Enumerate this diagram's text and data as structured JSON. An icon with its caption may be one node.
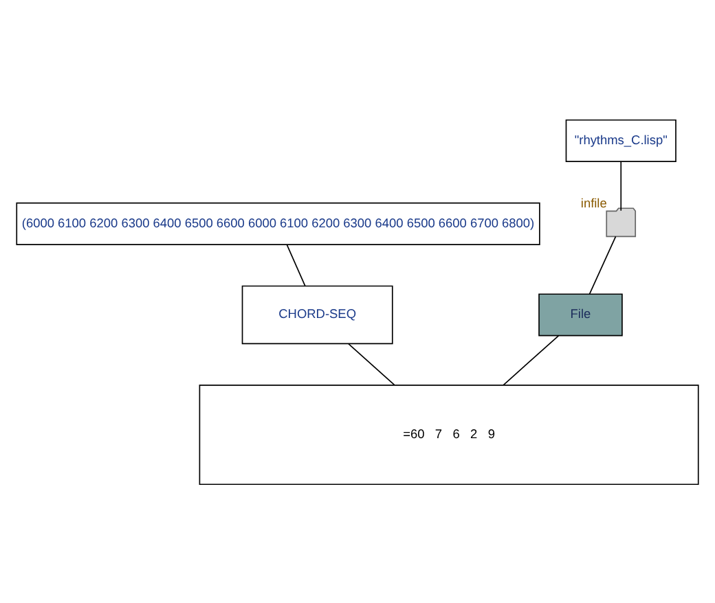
{
  "diagram": {
    "nodes": [
      {
        "text": [
          "(6000 6100 6200 6300 6400 6500 6600 6000 6100 6200 6300 6400 6500 6600 6700 6800)"
        ]
      },
      {
        "text": [
          "\"rhythms_C.lisp\""
        ]
      },
      {
        "text": [],
        "shape": "folder",
        "beside": [
          "infile"
        ]
      },
      {
        "text": [
          "File"
        ]
      },
      {
        "text": [
          "CHORD-SEQ"
        ]
      },
      {
        "text": [
          "=60",
          "7",
          "6",
          "2",
          "9"
        ]
      }
    ],
    "edges": [
      {
        "from": 0,
        "to": 4,
        "arrow": "none"
      },
      {
        "from": 1,
        "to": 2,
        "arrow": "none"
      },
      {
        "from": 2,
        "to": 3,
        "arrow": "none"
      },
      {
        "from": 3,
        "to": 5,
        "arrow": "none"
      },
      {
        "from": 4,
        "to": 5,
        "arrow": "none"
      }
    ]
  }
}
